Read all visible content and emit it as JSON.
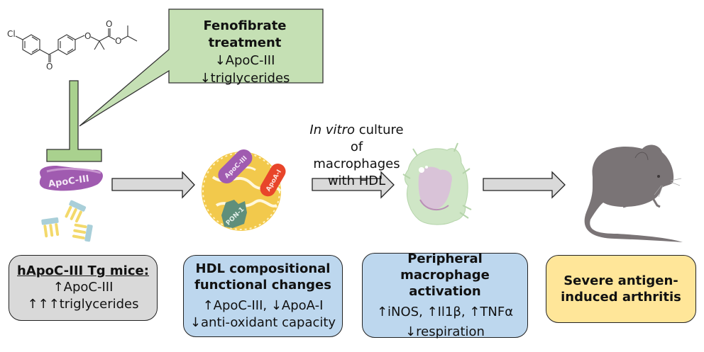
{
  "fenofibrate": {
    "title": "Fenofibrate treatment",
    "lines": [
      "↓ApoC-III",
      "↓triglycerides"
    ]
  },
  "molecule": {
    "atom_labels": [
      "Cl",
      "O",
      "O",
      "O",
      "O"
    ]
  },
  "labels": {
    "apoc3": "ApoC-III",
    "apoa1": "ApoA-I",
    "pon1": "PON-1"
  },
  "caption": {
    "italic": "In vitro",
    "rest1": " culture of",
    "rest2": "macrophages",
    "rest3": "with HDL"
  },
  "steps": [
    {
      "title": "hApoC-III Tg mice:",
      "lines": [
        "↑ApoC-III",
        "↑↑↑triglycerides"
      ],
      "color": "#d9d9d9"
    },
    {
      "title": "HDL compositional functional changes",
      "title_lines": [
        "HDL compositional",
        "functional changes"
      ],
      "lines": [
        "↑ApoC-III, ↓ApoA-I",
        "↓anti-oxidant capacity"
      ],
      "color": "#bdd7ee"
    },
    {
      "title": "Peripheral macrophage activation",
      "title_lines": [
        "Peripheral macrophage",
        "activation"
      ],
      "lines": [
        "↑iNOS, ↑Il1β, ↑TNFα",
        "↓respiration"
      ],
      "color": "#bdd7ee"
    },
    {
      "title": "Severe antigen-induced arthritis",
      "title_lines": [
        "Severe antigen-",
        "induced arthritis"
      ],
      "lines": [],
      "color": "#ffe699"
    }
  ],
  "colors": {
    "callout_green": "#c5e0b4",
    "inhibitor_green": "#a9d18e",
    "arrow_gray": "#d9d9d9",
    "apoc3_purple": "#a05bb0",
    "apoa1_red": "#e8452a",
    "pon1_teal": "#5f8f7b",
    "hdl_gold": "#f2c94c",
    "mouse_gray": "#7a7476",
    "macrophage_green": "#cfe6c6",
    "nucleus_purple": "#d9c3d8"
  }
}
